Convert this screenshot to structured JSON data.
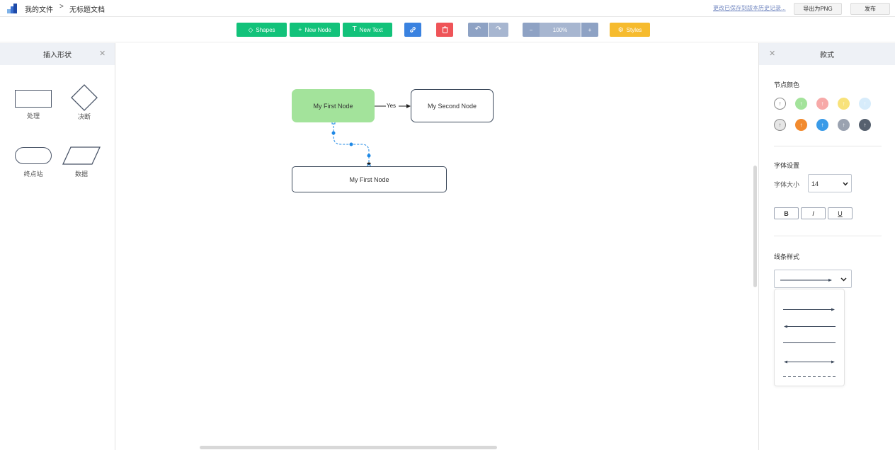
{
  "header": {
    "breadcrumb": [
      "我的文件",
      "无标题文档"
    ],
    "separator": ">",
    "history_link": "更改已保存到版本历史记录...",
    "export_label": "导出为PNG",
    "publish_label": "发布"
  },
  "toolbar": {
    "shapes_label": "Shapes",
    "new_node_label": "New Node",
    "new_text_label": "New Text",
    "zoom_out_label": "−",
    "zoom_level": "100%",
    "zoom_in_label": "+",
    "styles_label": "Styles"
  },
  "left_panel": {
    "title": "插入形状",
    "close": "✕",
    "shapes": [
      "处理",
      "决断",
      "终点站",
      "数据"
    ]
  },
  "canvas": {
    "nodes": [
      {
        "label": "My First Node",
        "fill": "#a3e39b"
      },
      {
        "label": "My Second Node",
        "fill": "#ffffff"
      },
      {
        "label": "My First Node",
        "fill": "#ffffff"
      }
    ],
    "edge_label": "Yes"
  },
  "right_panel": {
    "title": "款式",
    "close": "✕",
    "node_color_title": "节点颜色",
    "swatches": [
      {
        "fill": "#ffffff",
        "border": "#8a8a8a",
        "arrow": "#666"
      },
      {
        "fill": "#a3e39b",
        "border": "#a3e39b",
        "arrow": "#fff"
      },
      {
        "fill": "#f7a9a8",
        "border": "#f7a9a8",
        "arrow": "#fff"
      },
      {
        "fill": "#f8e27a",
        "border": "#f8e27a",
        "arrow": "#fff"
      },
      {
        "fill": "#d7ecfb",
        "border": "#d7ecfb",
        "arrow": "#fff"
      },
      {
        "fill": "#e6e6e6",
        "border": "#8a8a8a",
        "arrow": "#666"
      },
      {
        "fill": "#f28a2e",
        "border": "#f28a2e",
        "arrow": "#fff"
      },
      {
        "fill": "#3a9be8",
        "border": "#3a9be8",
        "arrow": "#fff"
      },
      {
        "fill": "#9aa2b0",
        "border": "#9aa2b0",
        "arrow": "#fff"
      },
      {
        "fill": "#56606e",
        "border": "#56606e",
        "arrow": "#fff"
      }
    ],
    "font_title": "字体设置",
    "font_size_label": "字体大小",
    "font_size_value": "14",
    "bold_label": "B",
    "italic_label": "I",
    "underline_label": "U",
    "line_style_title": "线条样式"
  },
  "colors": {
    "green_button": "#12c27a",
    "blue_button": "#3a82e0",
    "red_button": "#ef5458",
    "gray_button": "#8ea2c4",
    "yellow_button": "#f6bb2e",
    "selection": "#1e88e5"
  }
}
